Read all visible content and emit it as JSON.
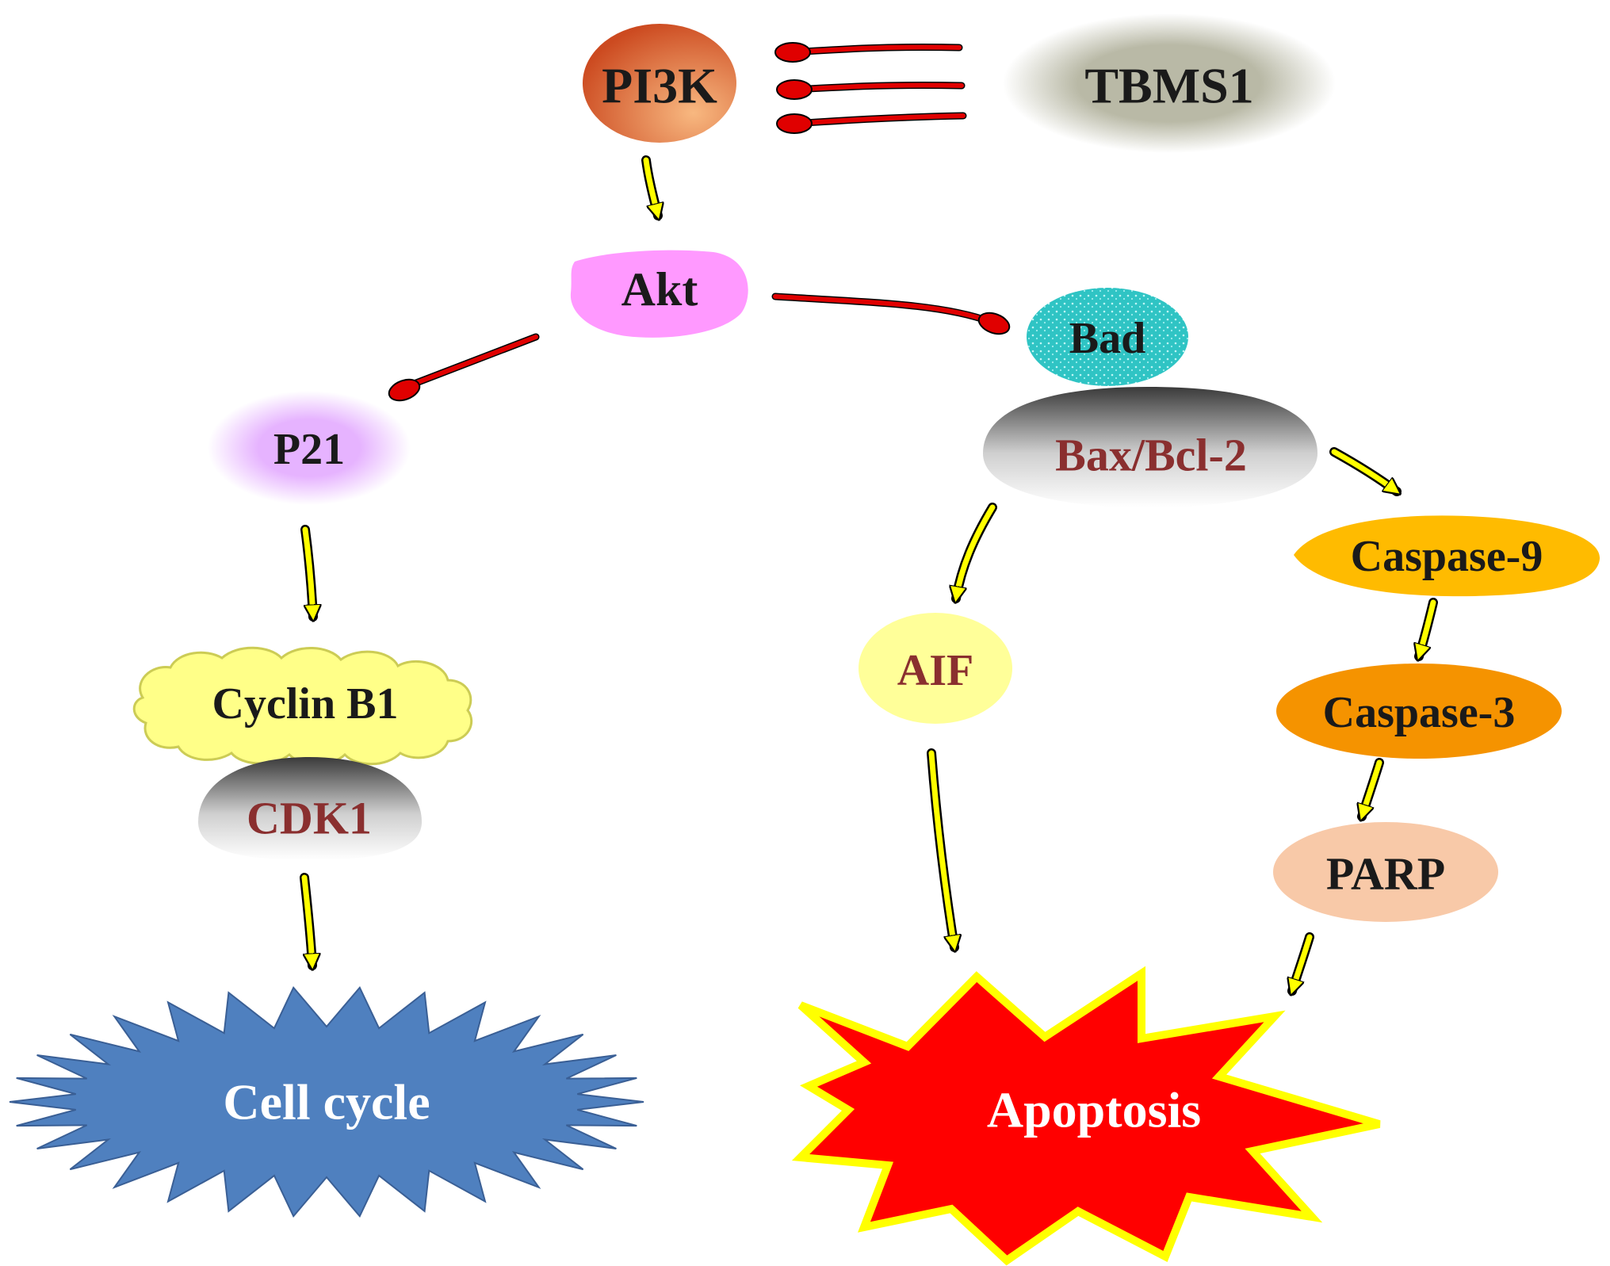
{
  "nodes": {
    "pi3k": "PI3K",
    "tbms1": "TBMS1",
    "akt": "Akt",
    "bad": "Bad",
    "p21": "P21",
    "bax_bcl2": "Bax/Bcl-2",
    "caspase9": "Caspase-9",
    "aif": "AIF",
    "cyclin_b1": "Cyclin B1",
    "caspase3": "Caspase-3",
    "cdk1": "CDK1",
    "parp": "PARP",
    "cell_cycle": "Cell cycle",
    "apoptosis": "Apoptosis"
  },
  "colors": {
    "inhibition": "#e00000",
    "activation": "#ffff00",
    "pi3k": "#e27840",
    "tbms1": "#b9b9a6",
    "akt": "#ff99ff",
    "bad": "#33cccc",
    "p21": "#e6b3ff",
    "bax_bcl2": "#9a9a9a",
    "caspase9": "#ffbb00",
    "caspase3": "#f59300",
    "aif": "#ffff99",
    "cyclin_b1": "#ffff88",
    "cdk1": "#999999",
    "parp": "#f8c9a8",
    "cell_cycle": "#4f80bf",
    "apoptosis": "#ff0000"
  }
}
